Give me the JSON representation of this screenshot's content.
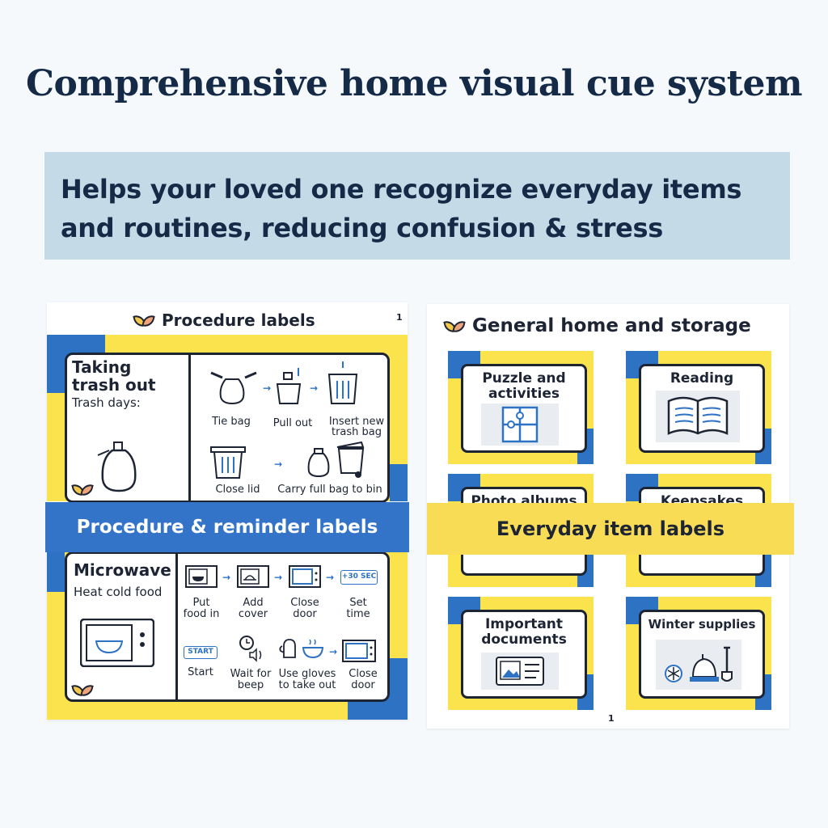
{
  "header": {
    "title": "Comprehensive home visual cue system",
    "subtitle_line1": "Helps your loved one recognize everyday items",
    "subtitle_line2": "and routines, reducing confusion & stress"
  },
  "left_sheet": {
    "heading": "Procedure labels",
    "page_number": "1",
    "trash_card": {
      "title_line1": "Taking",
      "title_line2": "trash out",
      "subtitle": "Trash days:",
      "steps": [
        "Tie bag",
        "Pull out",
        "Insert new",
        "trash bag",
        "Close lid",
        "Carry full bag to bin"
      ]
    },
    "microwave_card": {
      "title": "Microwave",
      "subtitle": "Heat cold food",
      "steps_row1": [
        {
          "line1": "Put",
          "line2": "food in"
        },
        {
          "line1": "Add",
          "line2": "cover"
        },
        {
          "line1": "Close",
          "line2": "door"
        },
        {
          "line1": "Set",
          "line2": "time"
        }
      ],
      "steps_row2": [
        {
          "line1": "Start",
          "line2": ""
        },
        {
          "line1": "Wait for",
          "line2": "beep"
        },
        {
          "line1": "Use gloves",
          "line2": "to take out"
        },
        {
          "line1": "Close",
          "line2": "door"
        }
      ],
      "timer_label": "+30 SEC",
      "start_label": "START"
    }
  },
  "right_sheet": {
    "heading": "General home and storage",
    "page_number": "1",
    "cards": [
      {
        "line1": "Puzzle and",
        "line2": "activities"
      },
      {
        "line1": "Reading",
        "line2": ""
      },
      {
        "line1": "Photo albums",
        "line2": ""
      },
      {
        "line1": "Keepsakes",
        "line2": ""
      },
      {
        "line1": "Important",
        "line2": "documents"
      },
      {
        "line1": "Winter supplies",
        "line2": ""
      }
    ]
  },
  "banners": {
    "left": "Procedure & reminder labels",
    "right": "Everyday item labels"
  },
  "colors": {
    "navy": "#142a46",
    "blue": "#2e72c4",
    "yellow": "#fae34c",
    "light_blue_box": "#c4dae6"
  }
}
